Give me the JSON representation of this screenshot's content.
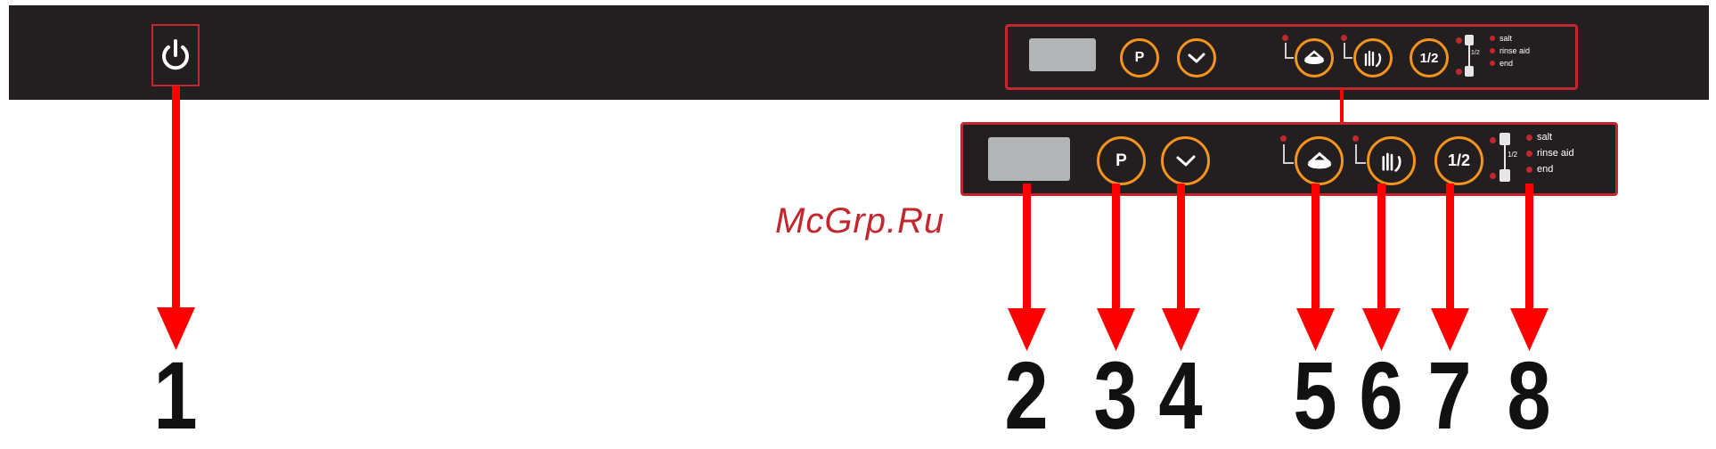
{
  "watermark": "McGrp.Ru",
  "controls": {
    "power_icon": "power-icon",
    "program_button": "P",
    "half_load_button": "1/2",
    "check_icon": "check-icon",
    "dish_icon": "dish-icon",
    "hands_icon": "hands-icon"
  },
  "indicator_labels": [
    "salt",
    "rinse aid",
    "end"
  ],
  "half_load_small_label": "1/2",
  "callout_numbers": [
    "1",
    "2",
    "3",
    "4",
    "5",
    "6",
    "7",
    "8"
  ],
  "colors": {
    "strip": "#231f20",
    "panel_border": "#c1272d",
    "button_ring": "#f7941d",
    "arrow": "#ff0000",
    "display": "#b3b4b6",
    "watermark": "#c1272d"
  }
}
